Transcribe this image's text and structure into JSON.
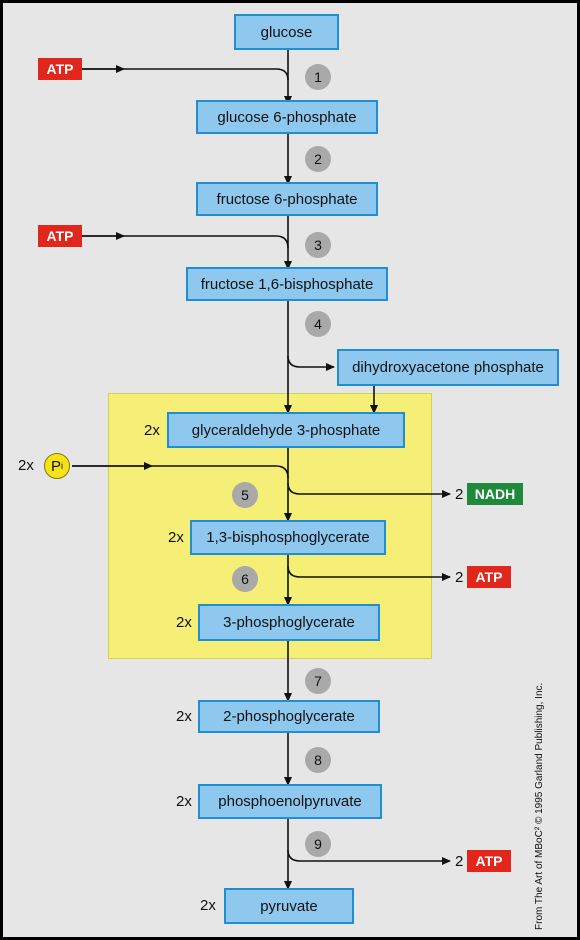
{
  "metabolites": {
    "glucose": "glucose",
    "g6p": "glucose 6-phosphate",
    "f6p": "fructose 6-phosphate",
    "f16bp": "fructose 1,6-bisphosphate",
    "dhap": "dihydroxyacetone phosphate",
    "g3p": "glyceraldehyde 3-phosphate",
    "bpg13": "1,3-bisphosphoglycerate",
    "pg3": "3-phosphoglycerate",
    "pg2": "2-phosphoglycerate",
    "pep": "phosphoenolpyruvate",
    "pyruvate": "pyruvate"
  },
  "steps": [
    "1",
    "2",
    "3",
    "4",
    "5",
    "6",
    "7",
    "8",
    "9"
  ],
  "multiplier": "2x",
  "inputs": {
    "atp_label": "ATP",
    "pi_label": "P",
    "pi_subscript": "i"
  },
  "outputs": {
    "count": "2",
    "nadh_label": "NADH",
    "atp_label": "ATP"
  },
  "credit": "From The Art of MBoC² © 1995 Garland Publishing, Inc.",
  "colors": {
    "box_fill": "#8ec8ef",
    "box_border": "#1f8fd2",
    "highlight": "#f5ee77",
    "atp": "#e1261c",
    "nadh": "#1f8a3c",
    "step_circle": "#a9a9a9",
    "pi_circle": "#f4e21a"
  }
}
